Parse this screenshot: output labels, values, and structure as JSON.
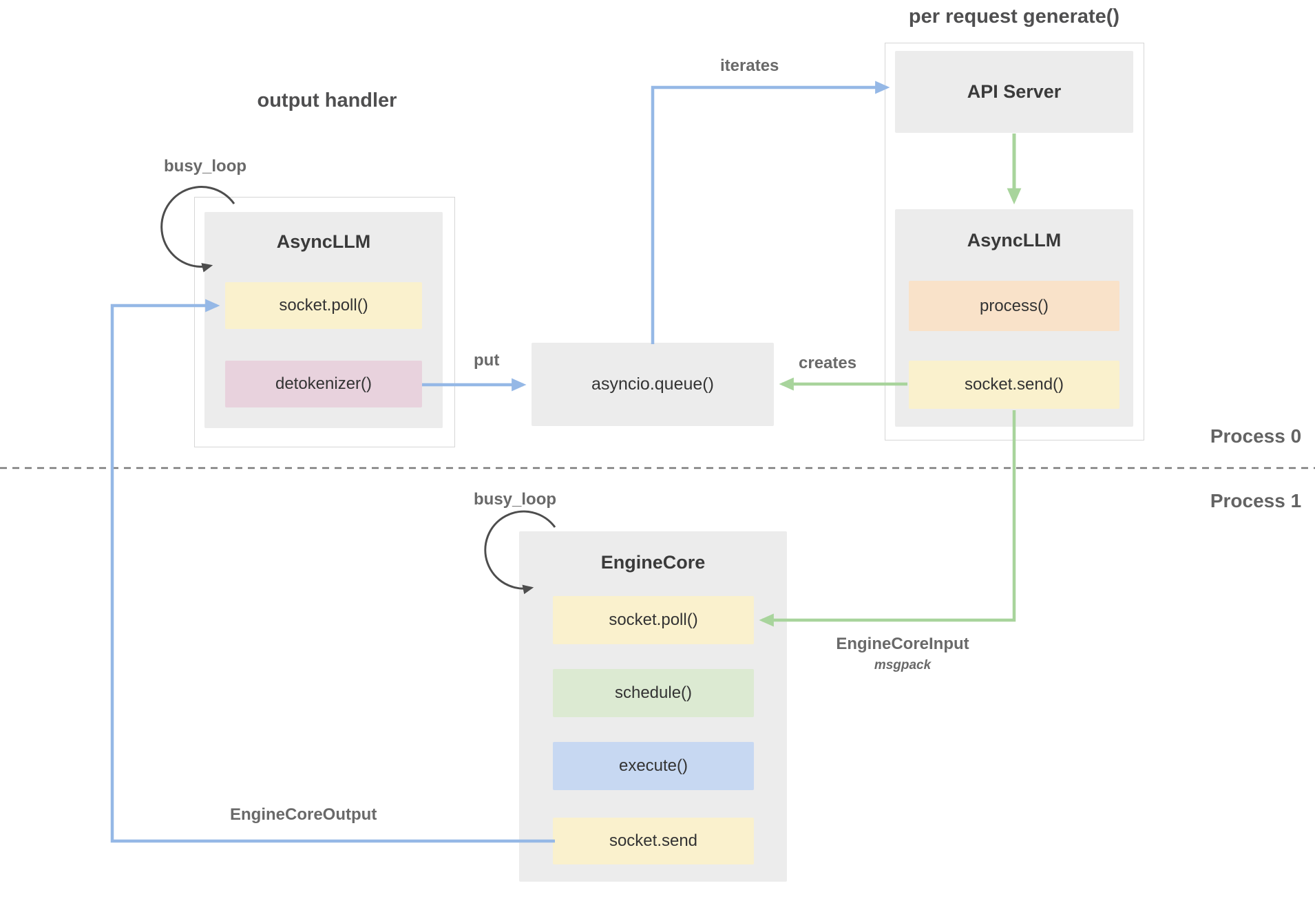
{
  "colors": {
    "arrow_blue": "#95b8e6",
    "arrow_green": "#a8d49c",
    "busy_loop_arrow": "#4d4d4d",
    "node_gray": "#ececec",
    "container_border": "#d6d6d6",
    "fill_yellow": "#faf1cd",
    "fill_peach": "#f9e2c9",
    "fill_pink": "#e8d2dd",
    "fill_green": "#dcead2",
    "fill_blue": "#c7d8f2"
  },
  "labels": {
    "output_handler": "output handler",
    "per_request_generate": "per request generate()",
    "busy_loop_top": "busy_loop",
    "busy_loop_bottom": "busy_loop",
    "iterates": "iterates",
    "put": "put",
    "creates": "creates",
    "engine_core_input": "EngineCoreInput",
    "engine_core_input_format": "msgpack",
    "engine_core_output": "EngineCoreOutput",
    "process_0": "Process 0",
    "process_1": "Process 1"
  },
  "nodes": {
    "api_server": {
      "title": "API Server"
    },
    "asyncllm_request": {
      "title": "AsyncLLM",
      "process": "process()",
      "socket_send": "socket.send()"
    },
    "asyncllm_output": {
      "title": "AsyncLLM",
      "socket_poll": "socket.poll()",
      "detokenizer": "detokenizer()"
    },
    "asyncio_queue": {
      "title": "asyncio.queue()"
    },
    "engine_core": {
      "title": "EngineCore",
      "socket_poll": "socket.poll()",
      "schedule": "schedule()",
      "execute": "execute()",
      "socket_send": "socket.send"
    }
  }
}
